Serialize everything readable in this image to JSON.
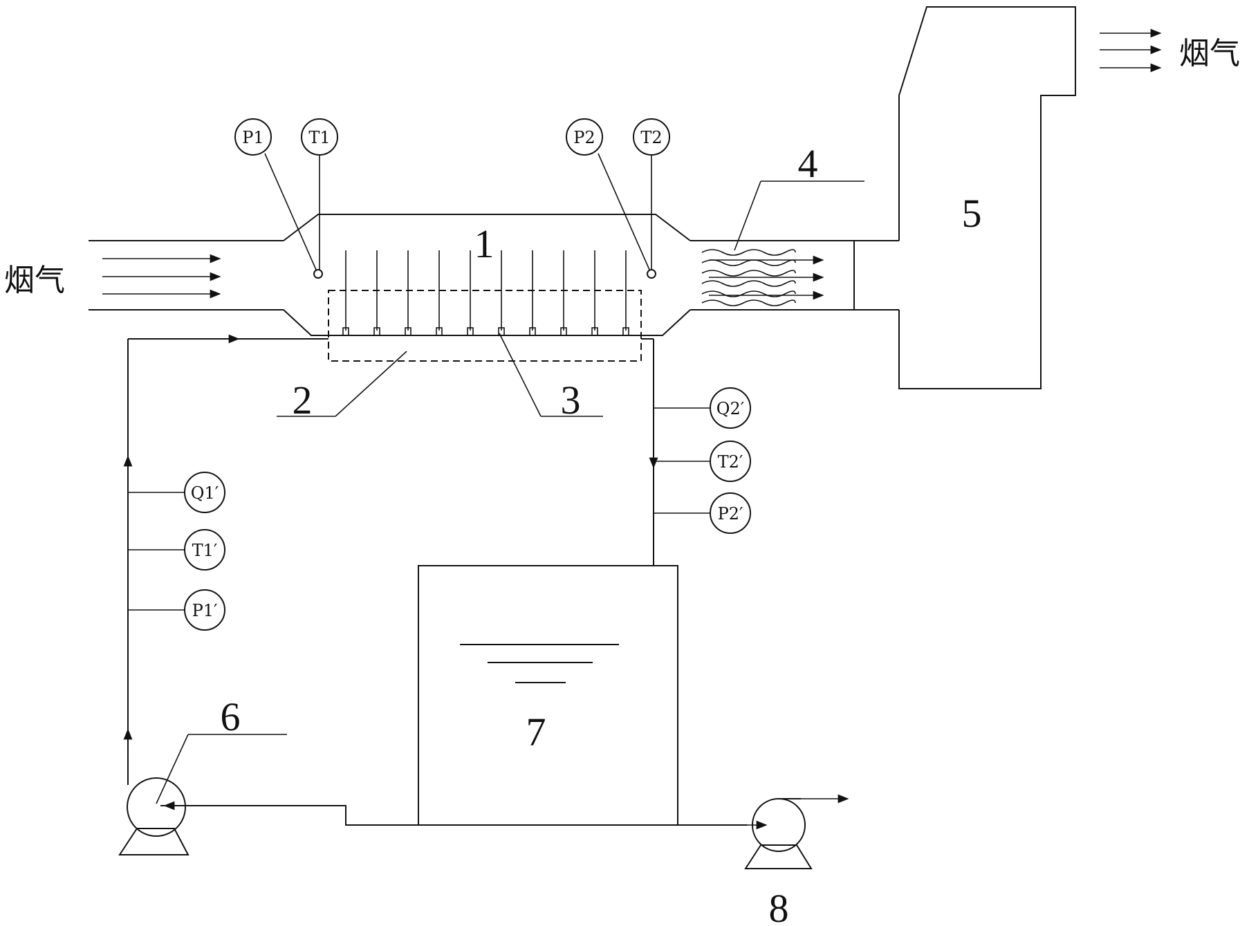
{
  "labels": {
    "flue_gas_in": "烟气",
    "flue_gas_out": "烟气"
  },
  "component_numbers": {
    "n1": "1",
    "n2": "2",
    "n3": "3",
    "n4": "4",
    "n5": "5",
    "n6": "6",
    "n7": "7",
    "n8": "8"
  },
  "gauges": {
    "p1": "P1",
    "t1": "T1",
    "p2": "P2",
    "t2": "T2",
    "q1p": "Q1′",
    "t1p": "T1′",
    "p1p": "P1′",
    "q2p": "Q2′",
    "t2p": "T2′",
    "p2p": "P2′"
  }
}
